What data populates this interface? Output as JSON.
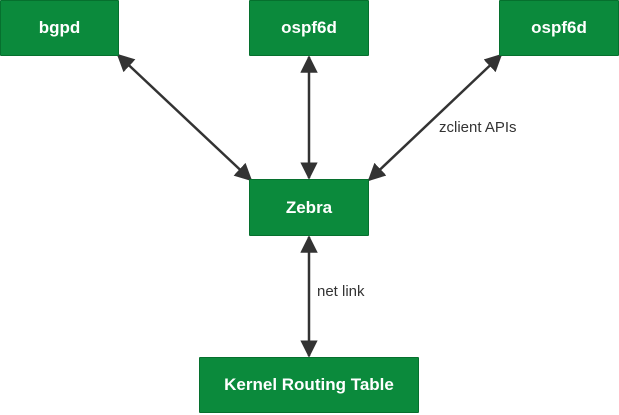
{
  "nodes": {
    "bgpd": "bgpd",
    "ospf6d_center": "ospf6d",
    "ospf6d_right": "ospf6d",
    "zebra": "Zebra",
    "kernel": "Kernel Routing Table"
  },
  "edge_labels": {
    "zclient": "zclient APIs",
    "netlink": "net link"
  },
  "colors": {
    "node_fill": "#0b8a3c",
    "node_text": "#ffffff",
    "arrow": "#333333",
    "label_text": "#333333"
  }
}
